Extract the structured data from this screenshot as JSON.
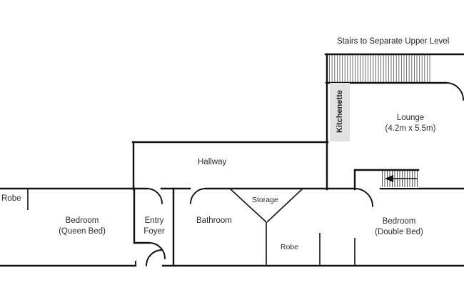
{
  "plan": {
    "title": "Stairs to Separate Upper Level",
    "rooms": [
      {
        "id": "robe-left",
        "name": "Robe"
      },
      {
        "id": "bedroom-queen",
        "name": "Bedroom",
        "detail": "(Queen Bed)"
      },
      {
        "id": "entry-foyer",
        "name_line1": "Entry",
        "name_line2": "Foyer"
      },
      {
        "id": "hallway",
        "name": "Hallway"
      },
      {
        "id": "bathroom",
        "name": "Bathroom"
      },
      {
        "id": "storage",
        "name": "Storage"
      },
      {
        "id": "robe-right",
        "name": "Robe"
      },
      {
        "id": "bedroom-double",
        "name": "Bedroom",
        "detail": "(Double Bed)"
      },
      {
        "id": "lounge",
        "name": "Lounge",
        "detail": "(4.2m x 5.5m)"
      },
      {
        "id": "kitchenette",
        "name": "Kitchenette"
      }
    ],
    "labels": {
      "robe_left": "Robe",
      "bedroom_queen": "Bedroom",
      "bedroom_queen_detail": "(Queen Bed)",
      "entry_foyer_line1": "Entry",
      "entry_foyer_line2": "Foyer",
      "hallway": "Hallway",
      "bathroom": "Bathroom",
      "storage": "Storage",
      "robe_right": "Robe",
      "bedroom_double": "Bedroom",
      "bedroom_double_detail": "(Double Bed)",
      "lounge": "Lounge",
      "lounge_detail": "(4.2m x 5.5m)",
      "kitchenette": "Kitchenette",
      "stairs_title": "Stairs to Separate Upper Level"
    },
    "features": [
      {
        "id": "upper-stairs",
        "type": "stair-run",
        "treads": 40,
        "direction": "none"
      },
      {
        "id": "lounge-stairs",
        "type": "stair-run",
        "treads": 14,
        "direction": "left"
      }
    ],
    "colors": {
      "wall": "#111111",
      "background": "#ffffff",
      "kitchenette_fill": "#e2e2e2",
      "text": "#2b2b2b",
      "stair_tread": "#5d5d5d"
    },
    "dimensions": {
      "lounge_width_m": "4.2",
      "lounge_length_m": "5.5"
    }
  }
}
